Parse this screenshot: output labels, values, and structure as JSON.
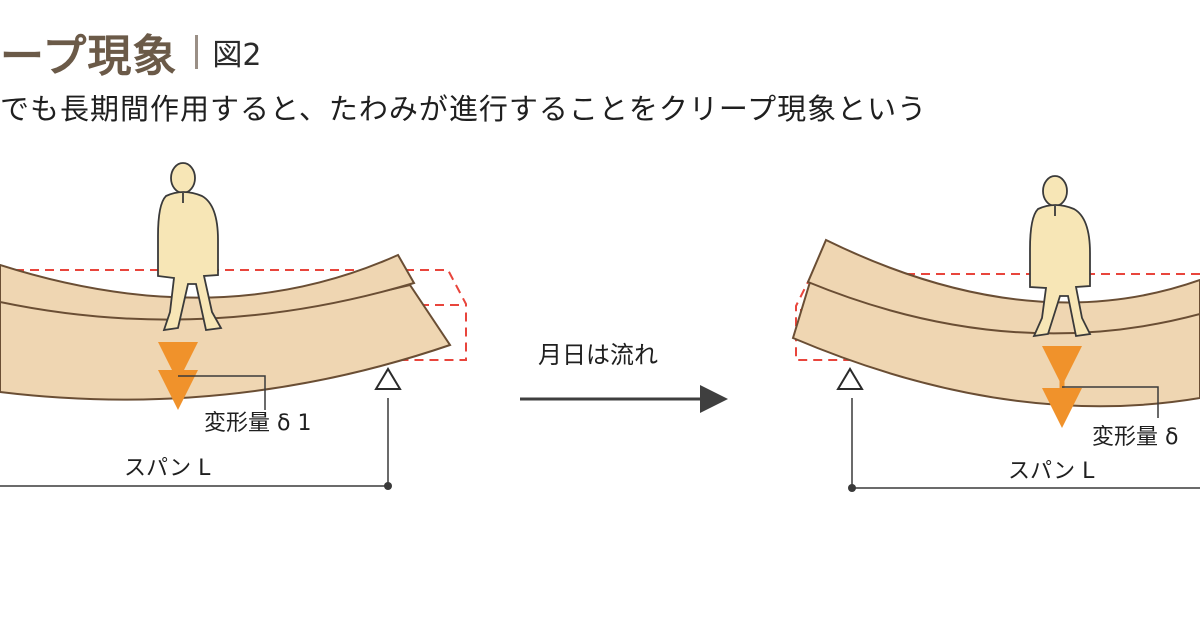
{
  "title": {
    "main": "ープ現象",
    "figure": "図2"
  },
  "subtitle": "でも長期間作用すると、たわみが進行することをクリープ現象という",
  "arrow_label": "月日は流れ",
  "left_panel": {
    "deformation_label": "変形量 δ 1",
    "span_label": "スパン L"
  },
  "right_panel": {
    "deformation_label": "変形量 δ",
    "span_label": "スパン L"
  },
  "colors": {
    "beam": "#efd6b2",
    "beam_stroke": "#6a4e34",
    "dashed": "#e8453c",
    "arrow_orange": "#f0922b",
    "person": "#f7e6b6",
    "title": "#6b5a48"
  }
}
